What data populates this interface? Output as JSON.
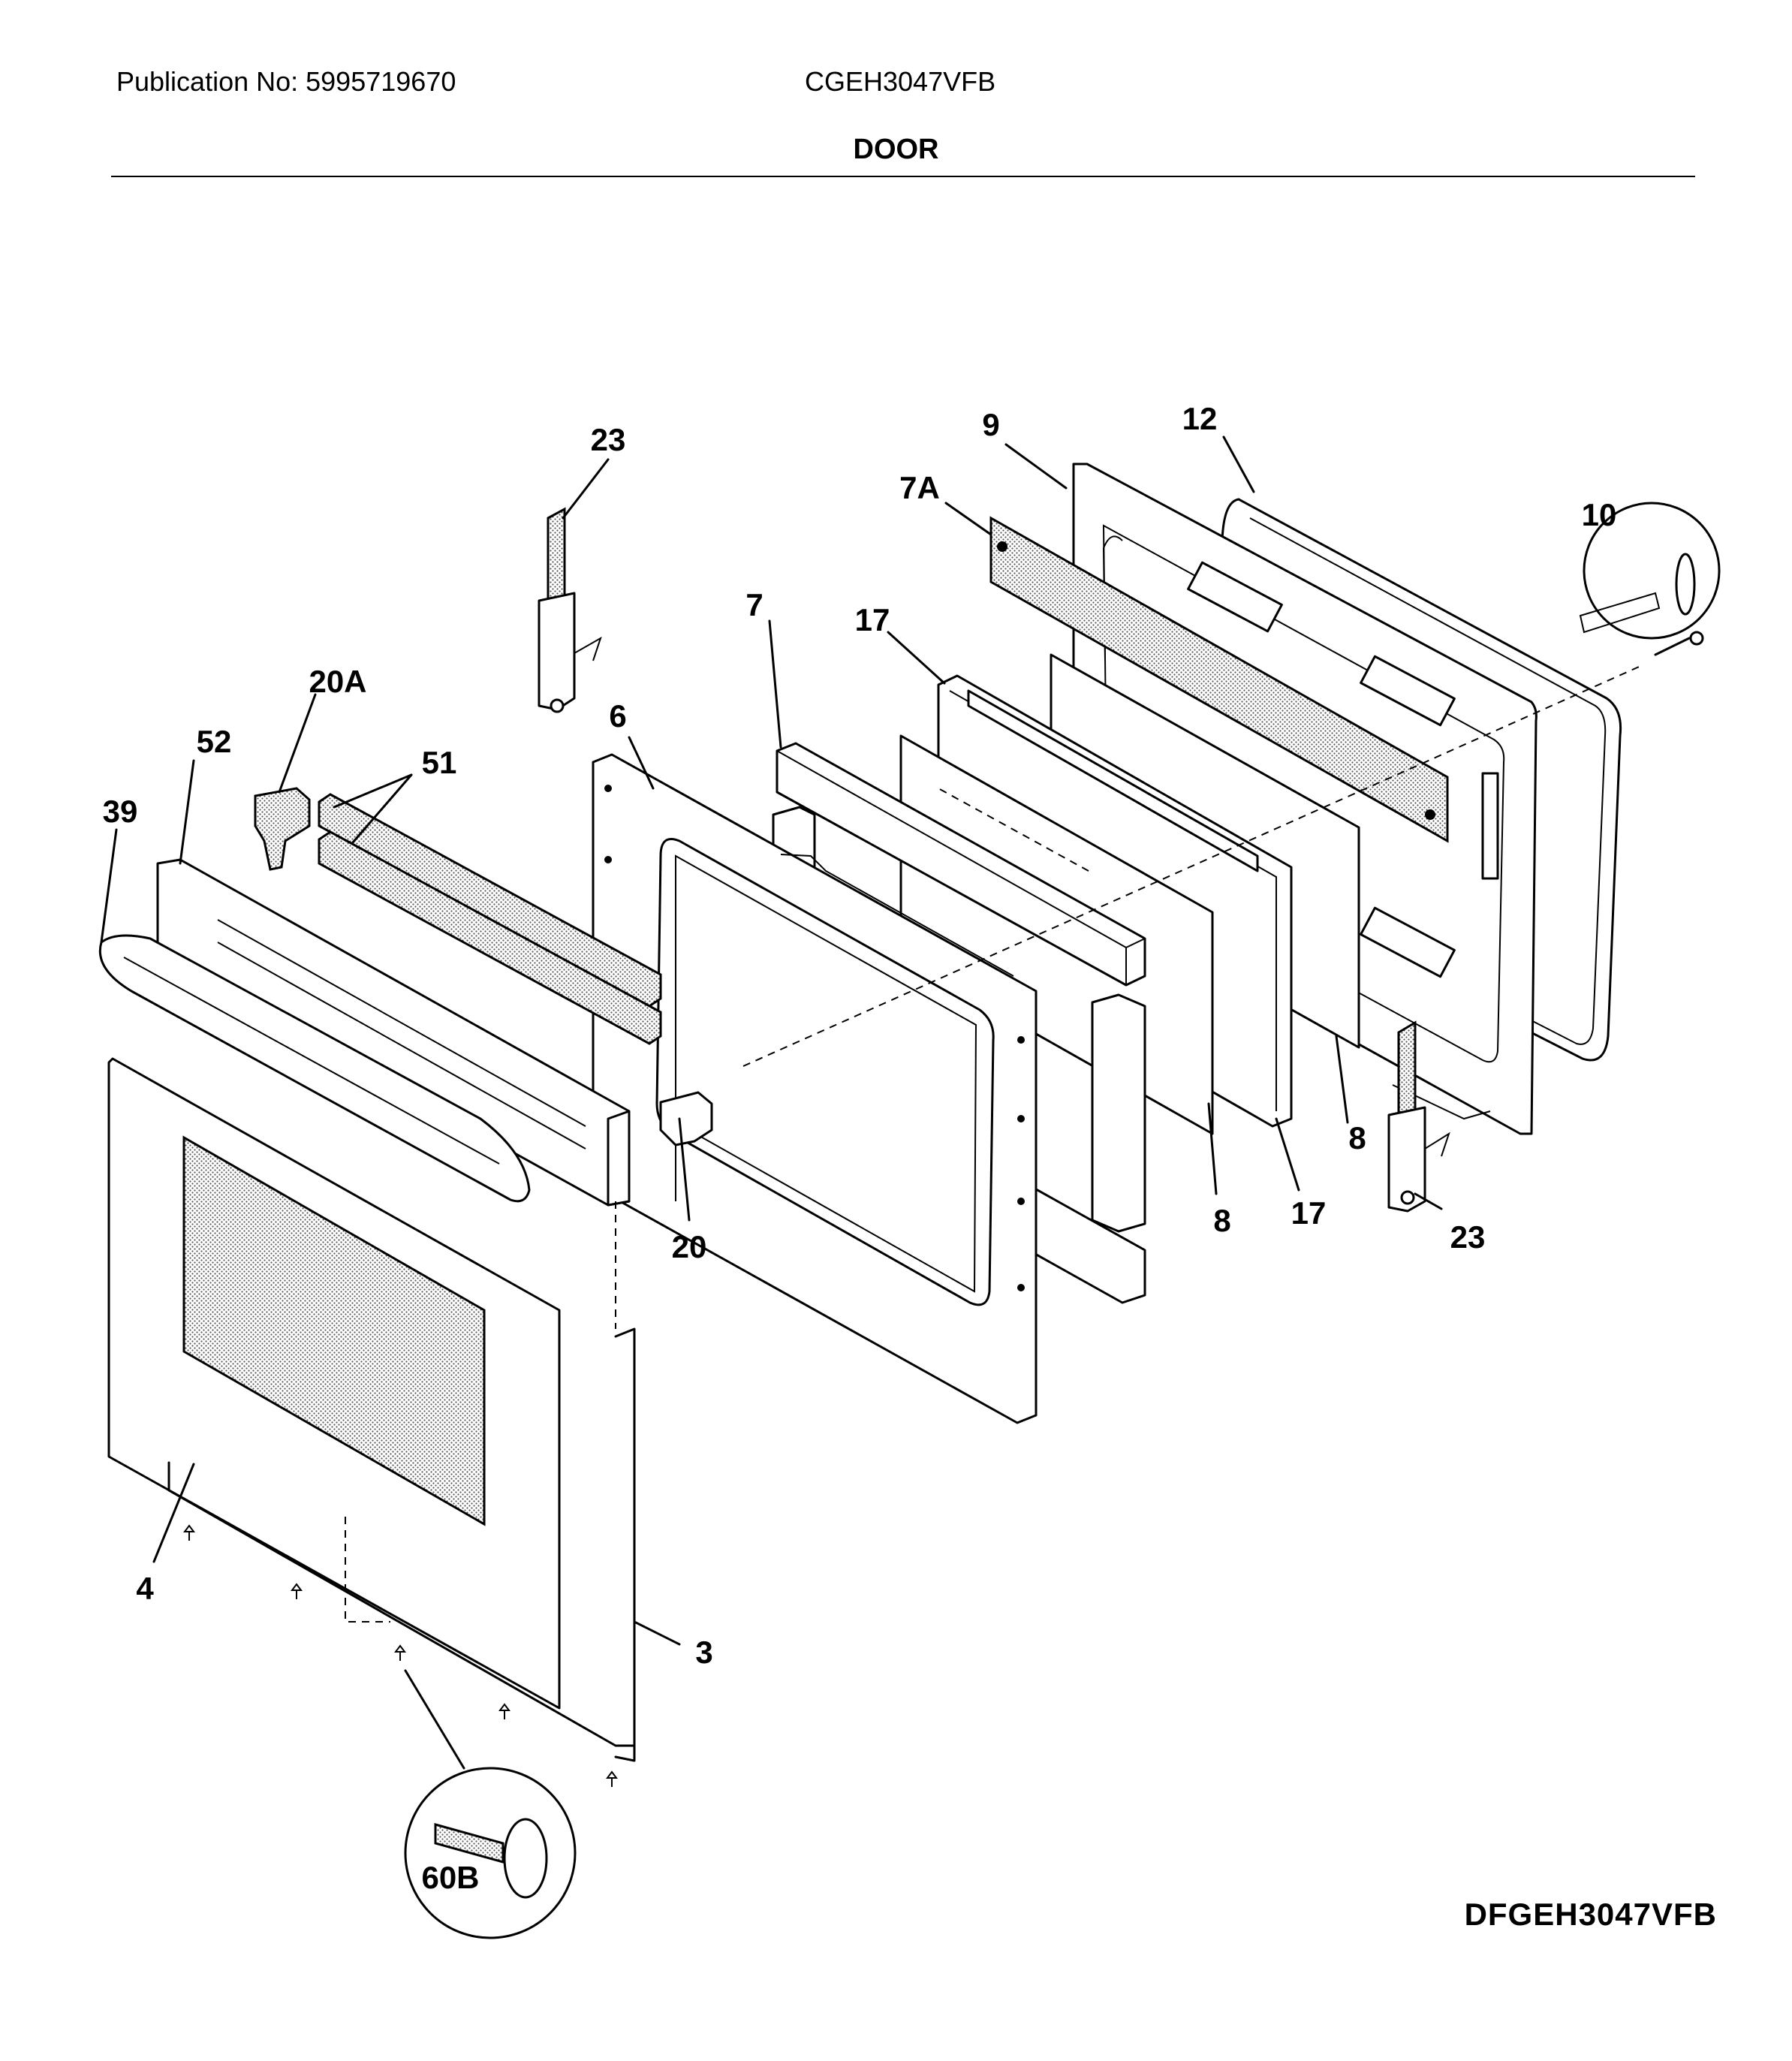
{
  "header": {
    "publication": "Publication No: 5995719670",
    "model": "CGEH3047VFB",
    "section_title": "DOOR"
  },
  "diagram": {
    "callouts": {
      "c23_top": "23",
      "c9": "9",
      "c12": "12",
      "c7A": "7A",
      "c10": "10",
      "c20A": "20A",
      "c52": "52",
      "c51": "51",
      "c39": "39",
      "c6": "6",
      "c7": "7",
      "c17_top": "17",
      "c20": "20",
      "c8_left": "8",
      "c17_bottom": "17",
      "c8_right": "8",
      "c23_bottom": "23",
      "c4": "4",
      "c3": "3",
      "c60B": "60B"
    }
  },
  "footer": {
    "drawing_code": "DFGEH3047VFB"
  }
}
